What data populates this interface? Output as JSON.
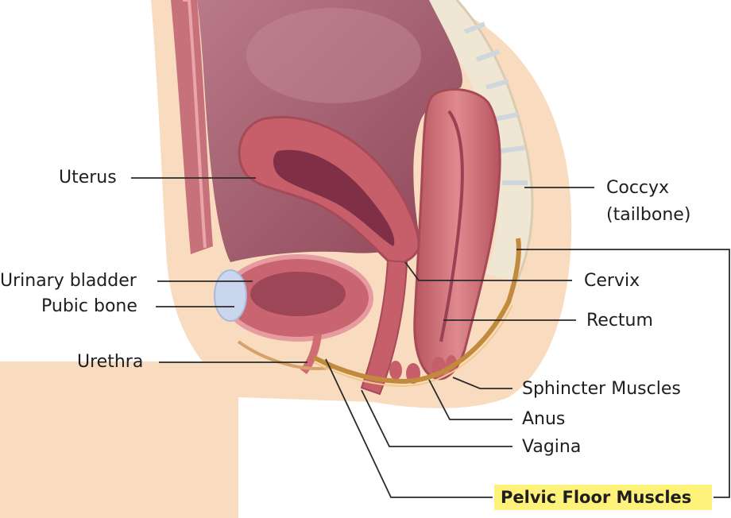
{
  "labels": {
    "uterus": "Uterus",
    "urinary_bladder": "Urinary bladder",
    "pubic_bone": "Pubic bone",
    "urethra": "Urethra",
    "coccyx_line1": "Coccyx",
    "coccyx_line2": "(tailbone)",
    "cervix": "Cervix",
    "rectum": "Rectum",
    "sphincter_muscles": "Sphincter Muscles",
    "anus": "Anus",
    "vagina": "Vagina",
    "pelvic_floor_muscles": "Pelvic Floor Muscles"
  },
  "colors": {
    "skin": "#f9dcc0",
    "tissue": "#c46470",
    "cavity": "#9c4c5e",
    "highlight": "#fff27a",
    "leader": "#2a2a2a"
  }
}
